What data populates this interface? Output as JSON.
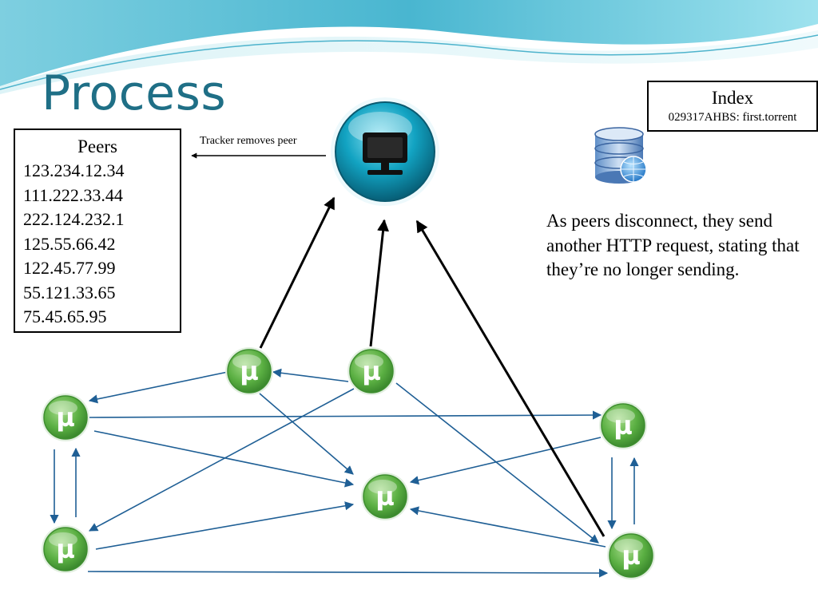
{
  "slide": {
    "title": "Process"
  },
  "peers_box": {
    "title": "Peers",
    "entries": [
      "123.234.12.34",
      "111.222.33.44",
      "222.124.232.1",
      "125.55.66.42",
      "122.45.77.99",
      "55.121.33.65",
      "75.45.65.95"
    ]
  },
  "index_box": {
    "title": "Index",
    "entry": "029317AHBS: first.torrent"
  },
  "tracker_label": "Tracker removes peer",
  "note": "As peers disconnect, they send another HTTP request, stating that they’re no longer sending.",
  "peer_icon_glyph": "µ",
  "icons": {
    "tracker": "monitor-icon",
    "database": "database-globe-icon",
    "peer": "utorrent-icon"
  },
  "colors": {
    "title": "#1f6f86",
    "peer_arrow": "#1f5f95",
    "tracker_arrow": "#000000",
    "peer_icon": "#5aaf42",
    "tracker_icon": "#12a3c2"
  }
}
